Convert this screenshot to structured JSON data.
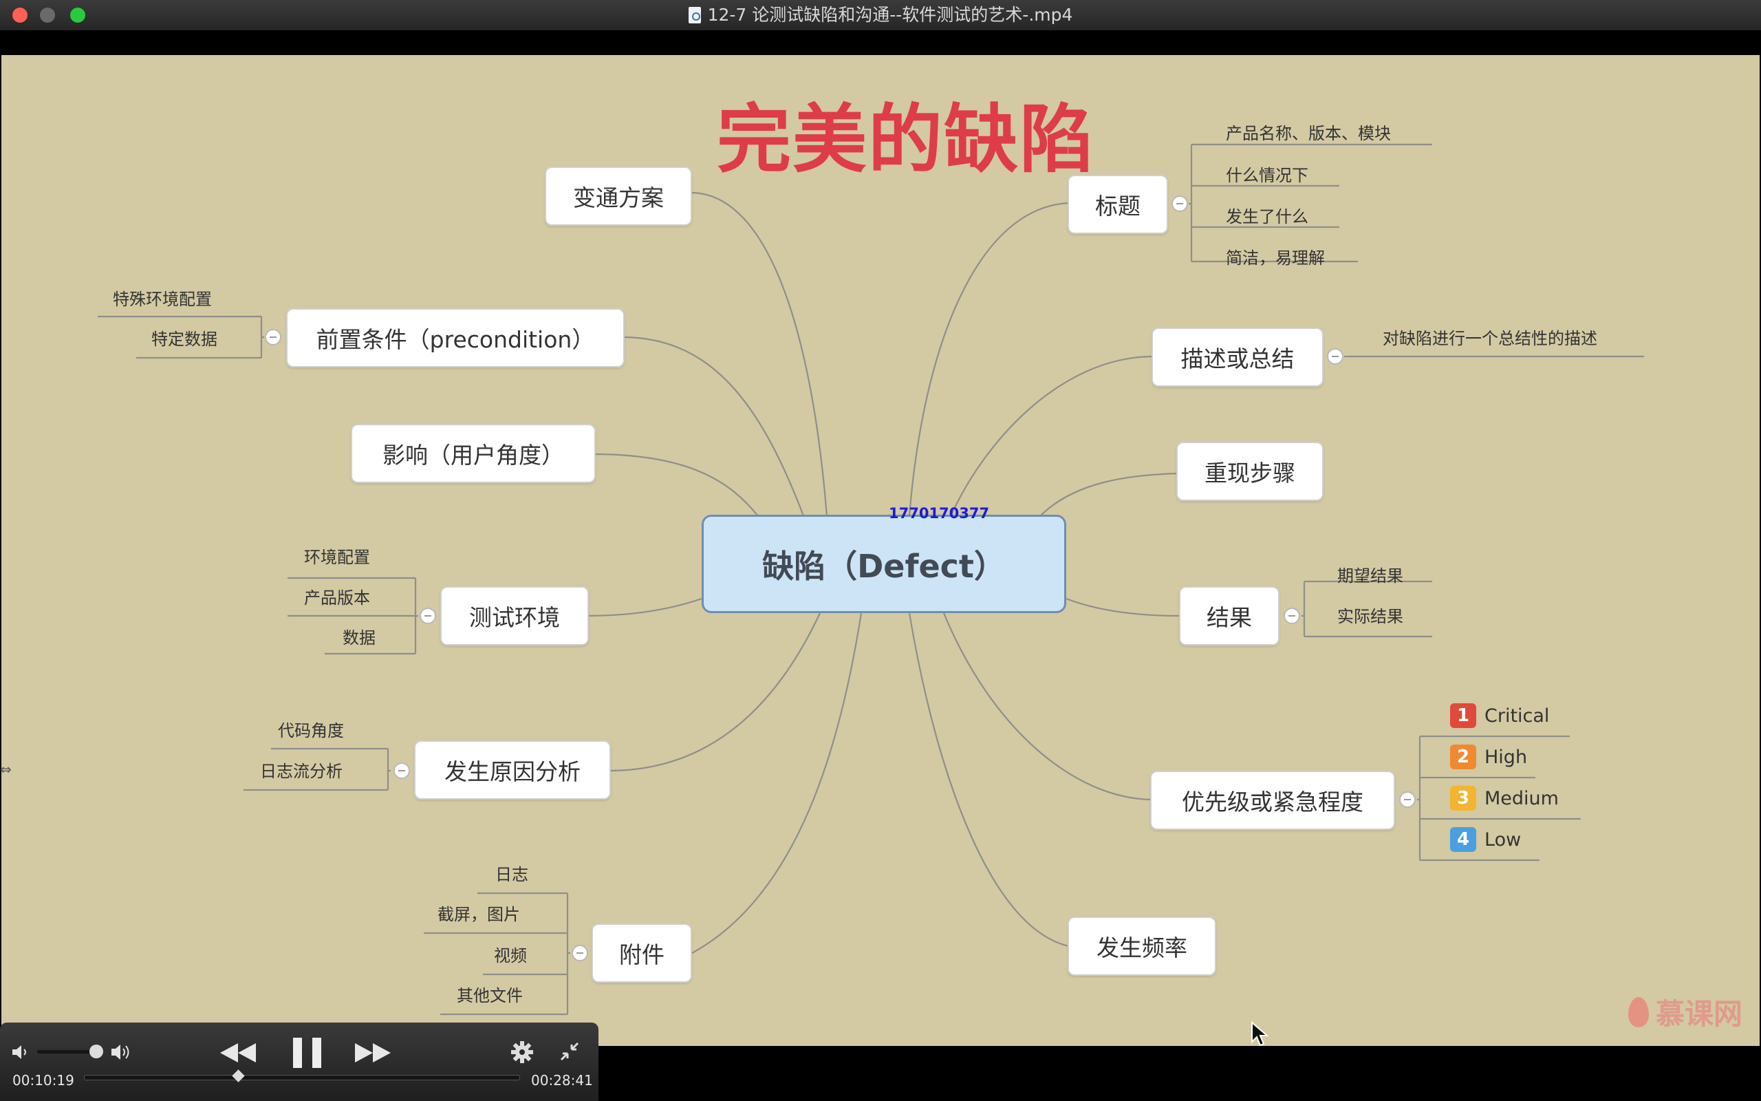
{
  "window": {
    "title": "12-7 论测试缺陷和沟通--软件测试的艺术-.mp4"
  },
  "slide": {
    "heading": "完美的缺陷",
    "center": "缺陷（Defect）",
    "watermark_id": "1770170377",
    "left_branches": {
      "workaround": "变通方案",
      "precondition": "前置条件（precondition）",
      "precondition_children": [
        "特殊环境配置",
        "特定数据"
      ],
      "impact": "影响（用户角度）",
      "test_env": "测试环境",
      "test_env_children": [
        "环境配置",
        "产品版本",
        "数据"
      ],
      "cause": "发生原因分析",
      "cause_children": [
        "代码角度",
        "日志流分析"
      ],
      "attachment": "附件",
      "attachment_children": [
        "日志",
        "截屏，图片",
        "视频",
        "其他文件"
      ]
    },
    "right_branches": {
      "title": "标题",
      "title_children": [
        "产品名称、版本、模块",
        "什么情况下",
        "发生了什么",
        "简洁，易理解"
      ],
      "summary": "描述或总结",
      "summary_children": [
        "对缺陷进行一个总结性的描述"
      ],
      "repro": "重现步骤",
      "result": "结果",
      "result_children": [
        "期望结果",
        "实际结果"
      ],
      "priority": "优先级或紧急程度",
      "priority_levels": [
        {
          "num": "1",
          "label": "Critical",
          "color": "#e04a3a"
        },
        {
          "num": "2",
          "label": "High",
          "color": "#ef8a32"
        },
        {
          "num": "3",
          "label": "Medium",
          "color": "#f2b431"
        },
        {
          "num": "4",
          "label": "Low",
          "color": "#4a9fe0"
        }
      ],
      "frequency": "发生频率"
    },
    "brand": "慕课网",
    "colors": {
      "background": "#d3c9a3",
      "heading": "#de3c48",
      "center_fill": "#cde4f7",
      "connector": "#8f8f8a"
    }
  },
  "player": {
    "current_time": "00:10:19",
    "total_time": "00:28:41",
    "icons": {
      "volume_low": "speaker-low-icon",
      "volume_high": "speaker-high-icon",
      "rewind": "rewind-icon",
      "pause": "pause-icon",
      "forward": "fast-forward-icon",
      "settings": "gear-icon",
      "exit_fullscreen": "shrink-icon"
    }
  }
}
